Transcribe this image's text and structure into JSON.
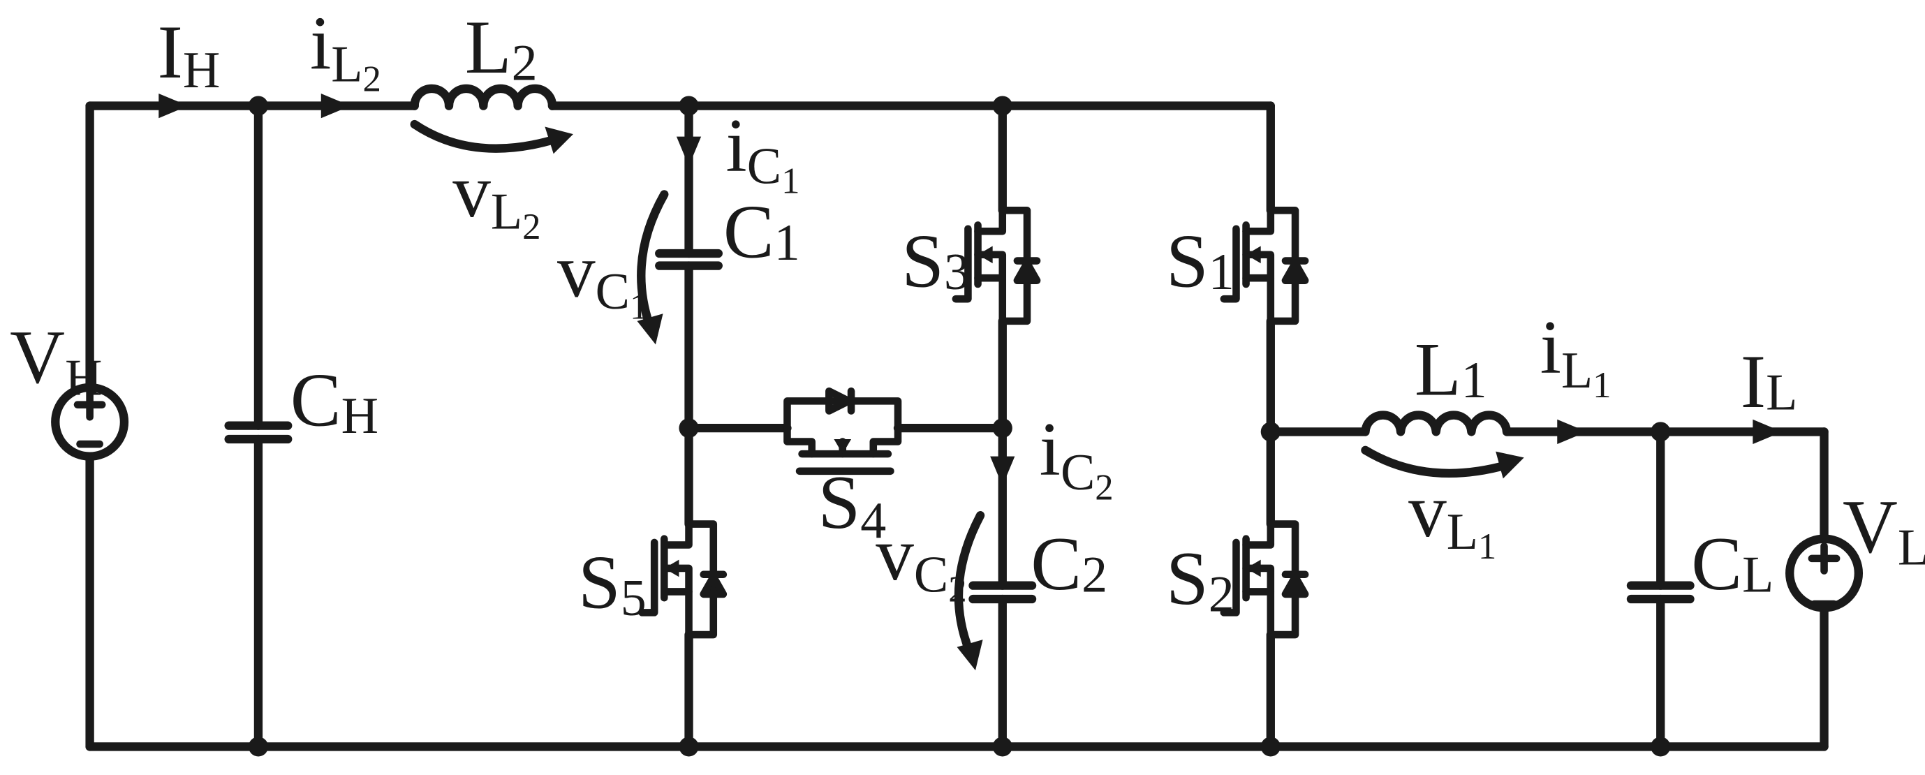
{
  "labels": {
    "VH": {
      "main": "V",
      "sub": "H"
    },
    "IH": {
      "main": "I",
      "sub": "H"
    },
    "iL2": {
      "main": "i",
      "sub": "L",
      "subsub": "2"
    },
    "L2": {
      "main": "L",
      "sub": "2"
    },
    "vL2": {
      "main": "v",
      "sub": "L",
      "subsub": "2"
    },
    "CH": {
      "main": "C",
      "sub": "H"
    },
    "iC1": {
      "main": "i",
      "sub": "C",
      "subsub": "1"
    },
    "C1": {
      "main": "C",
      "sub": "1"
    },
    "vC1": {
      "main": "v",
      "sub": "C",
      "subsub": "1"
    },
    "S3": {
      "main": "S",
      "sub": "3"
    },
    "S1": {
      "main": "S",
      "sub": "1"
    },
    "S4": {
      "main": "S",
      "sub": "4"
    },
    "S5": {
      "main": "S",
      "sub": "5"
    },
    "S2": {
      "main": "S",
      "sub": "2"
    },
    "iC2": {
      "main": "i",
      "sub": "C",
      "subsub": "2"
    },
    "C2": {
      "main": "C",
      "sub": "2"
    },
    "vC2": {
      "main": "v",
      "sub": "C",
      "subsub": "2"
    },
    "L1": {
      "main": "L",
      "sub": "1"
    },
    "iL1": {
      "main": "i",
      "sub": "L",
      "subsub": "1"
    },
    "vL1": {
      "main": "v",
      "sub": "L",
      "subsub": "1"
    },
    "IL": {
      "main": "I",
      "sub": "L"
    },
    "CL": {
      "main": "C",
      "sub": "L"
    },
    "VL": {
      "main": "V",
      "sub": "L"
    }
  }
}
